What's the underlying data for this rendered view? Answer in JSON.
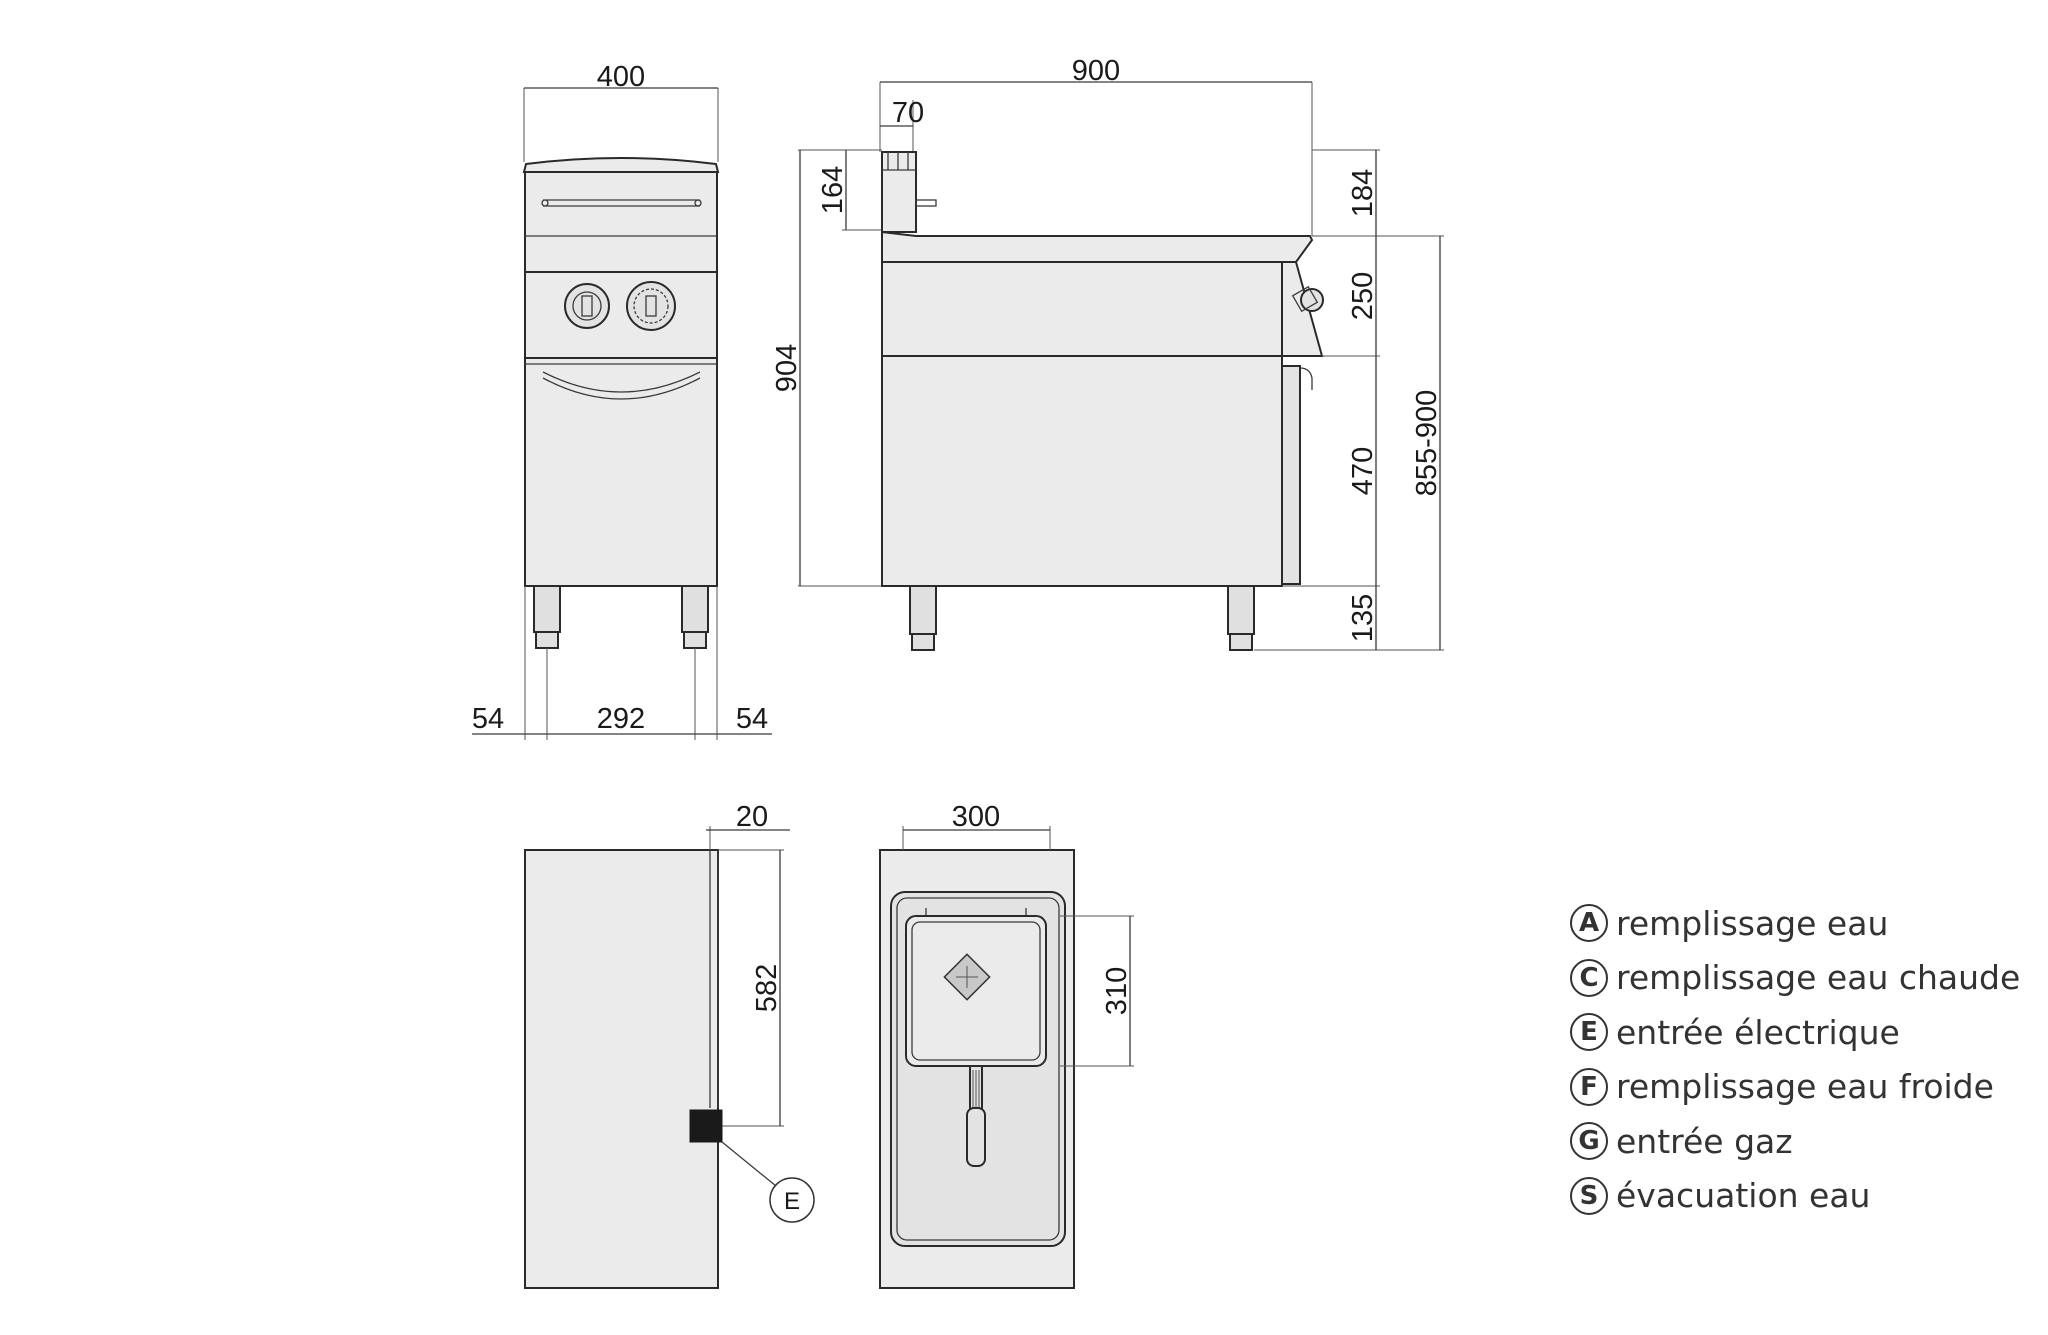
{
  "front_view": {
    "width": "400",
    "leg_left": "54",
    "leg_span": "292",
    "leg_right": "54"
  },
  "side_view": {
    "depth": "900",
    "back_offset": "70",
    "backsplash_height": "164",
    "top_height": "184",
    "total_height": "904",
    "panel_height": "250",
    "cabinet_height": "470",
    "range_height": "855-900",
    "foot_height": "135"
  },
  "rear_view": {
    "offset": "20",
    "connection_height": "582",
    "callout": "E"
  },
  "top_view": {
    "basket_width": "300",
    "basket_depth": "310"
  },
  "legend": [
    {
      "code": "A",
      "label": "remplissage eau"
    },
    {
      "code": "C",
      "label": "remplissage eau chaude"
    },
    {
      "code": "E",
      "label": "entrée électrique"
    },
    {
      "code": "F",
      "label": "remplissage eau froide"
    },
    {
      "code": "G",
      "label": "entrée gaz"
    },
    {
      "code": "S",
      "label": "évacuation eau"
    }
  ]
}
